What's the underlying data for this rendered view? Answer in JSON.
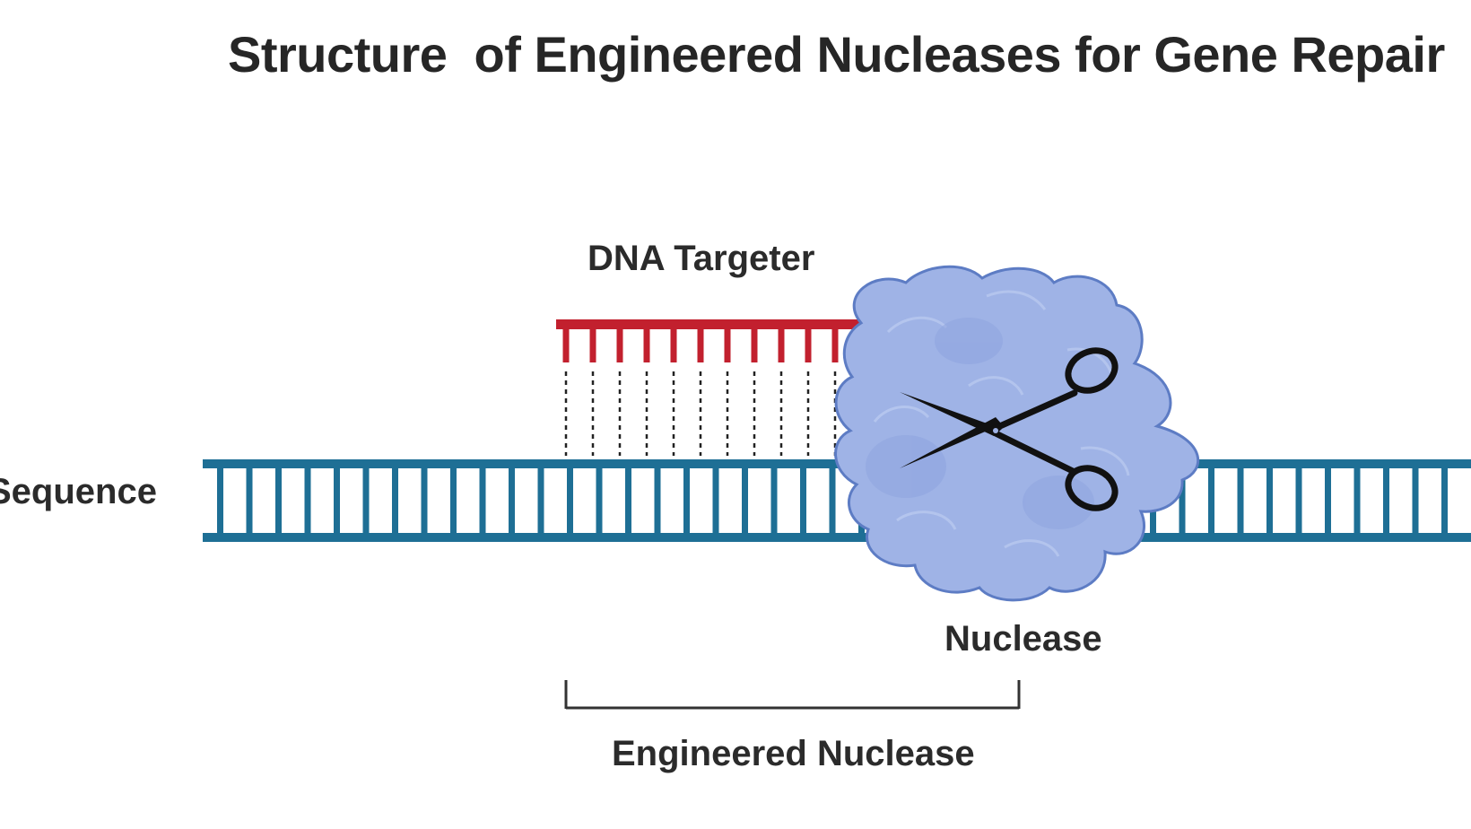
{
  "title": "Structure  of Engineered Nucleases for Gene Repair",
  "labels": {
    "dna_targeter": "DNA Targeter",
    "sequence": "Sequence",
    "nuclease": "Nuclease",
    "engineered_nuclease": "Engineered Nuclease"
  },
  "colors": {
    "dna_strand": "#1e6f95",
    "dna_targeter": "#c2202e",
    "nuclease_fill": "#9fb3e6",
    "nuclease_outline": "#5d7cc4",
    "scissors": "#111111",
    "text": "#2b2b2b"
  },
  "icons": {
    "scissors": "scissors-icon"
  }
}
